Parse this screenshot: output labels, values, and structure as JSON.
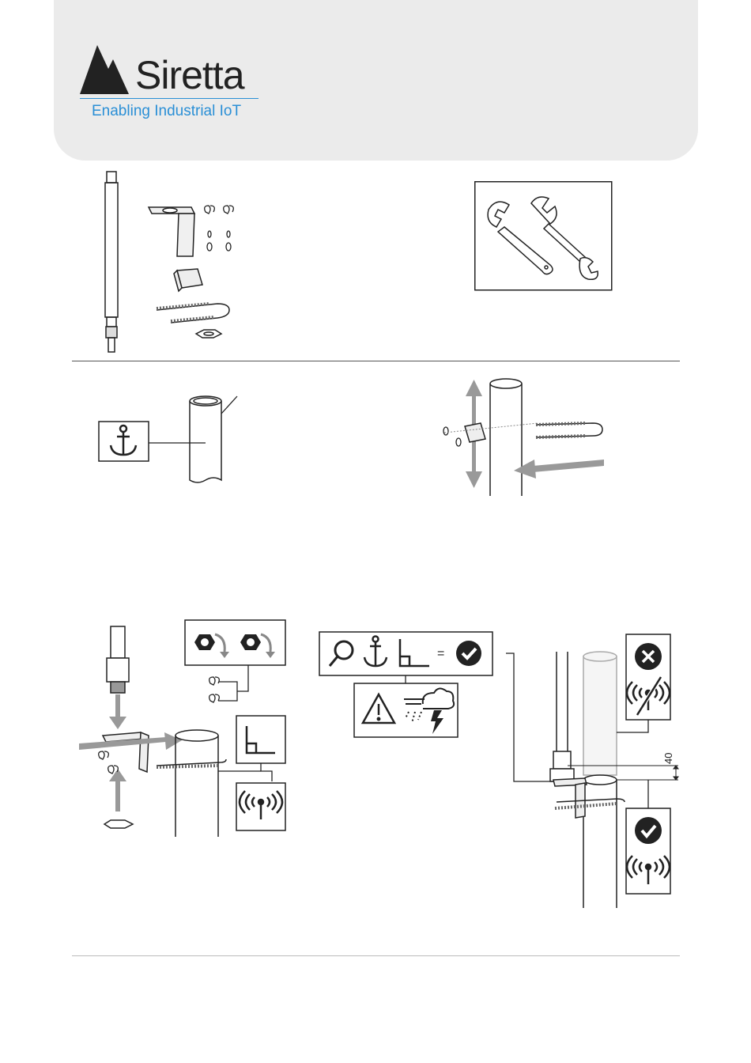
{
  "header": {
    "brand_name": "Siretta",
    "tagline": "Enabling Industrial IoT",
    "colors": {
      "panel": "#ebebeb",
      "accent": "#2a8fd6",
      "ink": "#222222"
    }
  },
  "figures": {
    "parts": {
      "icons": [
        "antenna-icon",
        "l-bracket-icon",
        "wing-nut-icon",
        "washer-icon",
        "clamp-icon",
        "u-bolt-icon",
        "hex-nut-icon"
      ]
    },
    "tools": {
      "icons": [
        "adjustable-wrench-icon",
        "open-end-spanner-icon"
      ]
    },
    "pole_selection": {
      "icons": [
        "anchor-icon"
      ]
    },
    "bracket_fitting": {
      "icons": [
        "up-down-arrow-icon",
        "push-arrow-icon"
      ]
    },
    "antenna_mounting": {
      "icons": [
        "tighten-nut-icon",
        "right-angle-icon",
        "signal-icon"
      ]
    },
    "check_panel": {
      "symbols": [
        "magnifier-icon",
        "anchor-icon",
        "right-angle-icon",
        "=",
        "check-icon"
      ],
      "warning_icons": [
        "warning-icon",
        "storm-icon"
      ]
    },
    "clearance": {
      "dimension": "40",
      "icons": [
        "cross-icon",
        "no-signal-icon",
        "check-icon",
        "signal-icon"
      ]
    }
  }
}
